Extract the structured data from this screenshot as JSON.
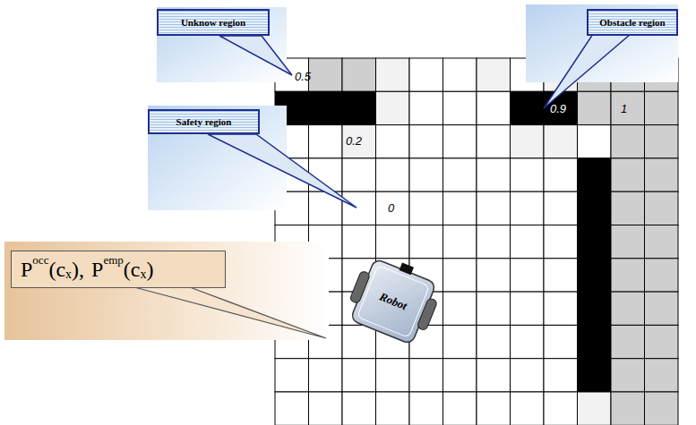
{
  "diagram": {
    "nodes": [
      {
        "text": [
          "Unknow region"
        ]
      },
      {
        "text": [
          "Obstacle region"
        ]
      },
      {
        "text": [
          "Safety region"
        ]
      },
      {
        "text": [
          "P",
          "occ",
          "(c",
          "x",
          "),",
          "P",
          "emp",
          "(c",
          "x",
          ")"
        ]
      },
      {
        "text": [
          "Robot"
        ]
      }
    ],
    "labels": [
      "0.5",
      "0.2",
      "0",
      "0.9",
      "1"
    ]
  }
}
